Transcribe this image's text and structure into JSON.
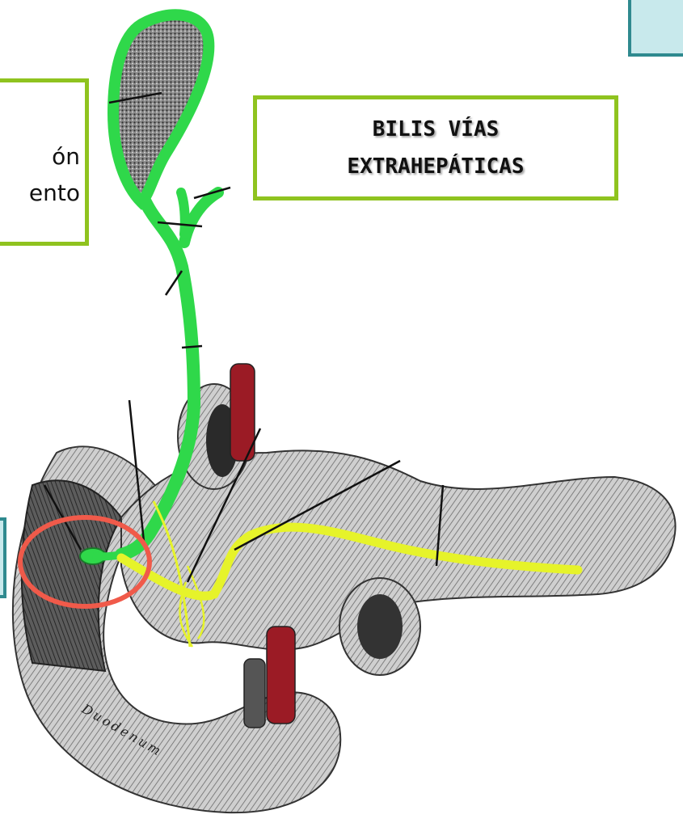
{
  "title_box": {
    "line1": "BILIS VÍAS",
    "line2": "EXTRAHEPÁTICAS"
  },
  "left_note": {
    "line1": "ón",
    "line2": "ento"
  },
  "anatomy_text": {
    "duodenum": "Duodenum"
  },
  "colors": {
    "bile_duct_green": "#2fd84a",
    "pancreatic_duct_yellow": "#e6f32a",
    "label_border": "#8fc31f",
    "highlight_circle": "#f05a4a",
    "vessel_red": "#9b1b25",
    "corner_box_border": "#2f8a8f",
    "corner_box_fill": "#c8e9ec"
  }
}
